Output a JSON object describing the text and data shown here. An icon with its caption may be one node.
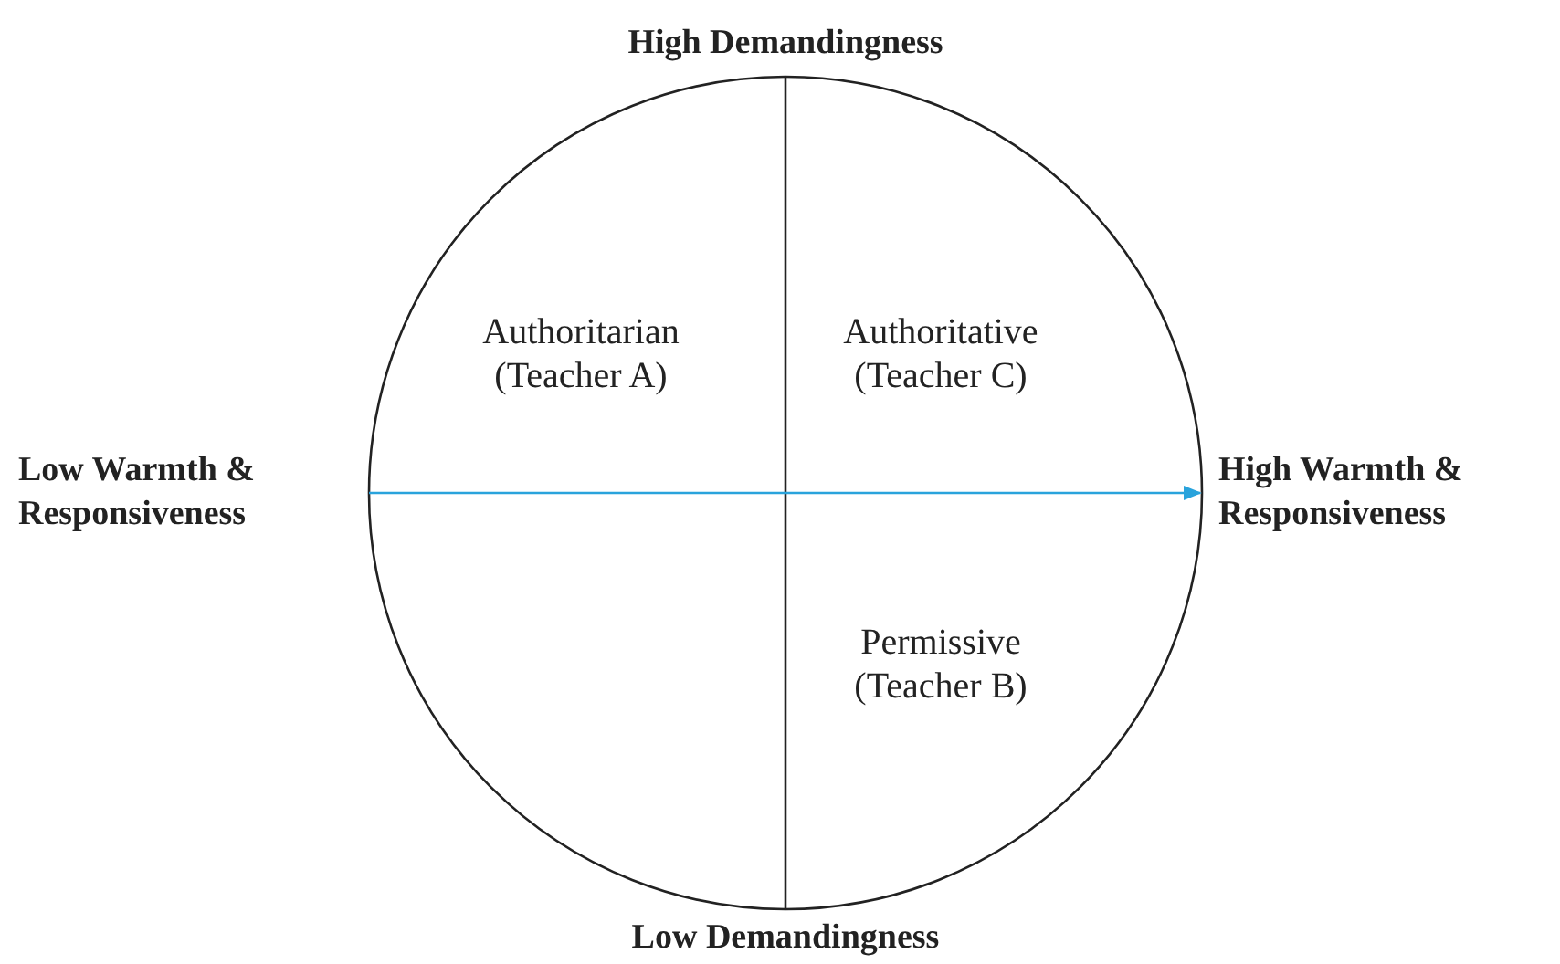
{
  "diagram": {
    "labels": [
      "High Demandingness",
      "Authoritarian (Teacher A)",
      "Authoritative (Teacher C)",
      "Low Warmth & Responsiveness",
      "High Warmth & Responsiveness",
      "Permissive (Teacher B)",
      "Low Demandingness"
    ]
  }
}
